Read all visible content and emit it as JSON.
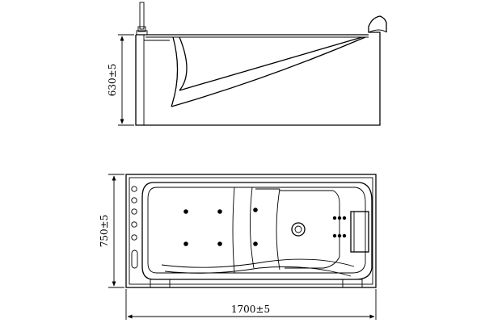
{
  "side_view": {
    "height_dimension": "630±5"
  },
  "top_view": {
    "width_dimension": "750±5",
    "length_dimension": "1700±5"
  }
}
